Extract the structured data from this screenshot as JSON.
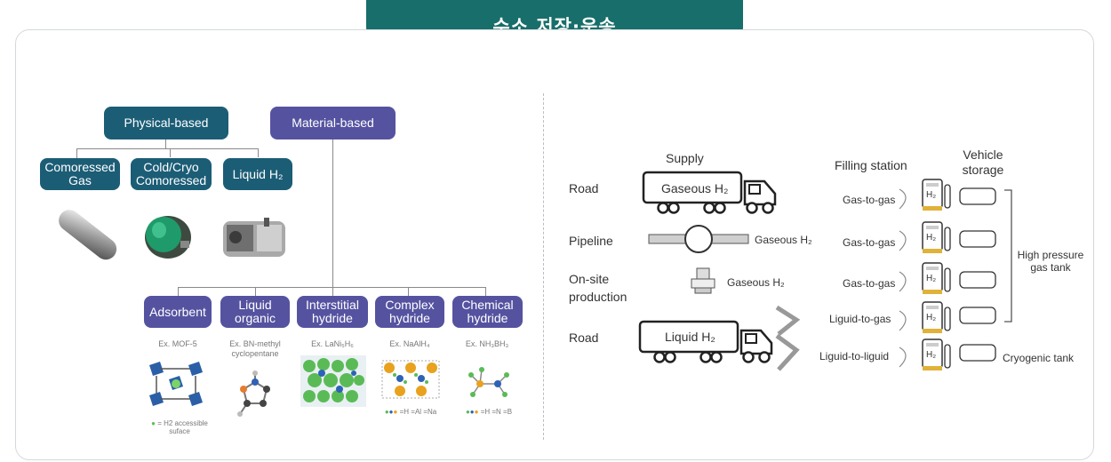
{
  "header": {
    "title": "수소 저장·운송"
  },
  "storage": {
    "physical": "Physical-based",
    "material": "Material-based",
    "physical_items": [
      "Comoressed Gas",
      "Cold/Cryo Comoressed",
      "Liquid H₂"
    ],
    "material_items": [
      "Adsorbent",
      "Liquid organic",
      "Interstitial hydride",
      "Complex hydride",
      "Chemical hydride"
    ],
    "examples": [
      "Ex. MOF-5",
      "Ex. BN-methyl cyclopentane",
      "Ex. LaNi₅H₆",
      "Ex. NaAlH₄",
      "Ex. NH₃BH₃"
    ],
    "legend_mof": "= H2 accessible suface",
    "legend_naalh": "=H =Al =Na",
    "legend_nh3bh3": "=H =N =B"
  },
  "transport": {
    "supply": "Supply",
    "filling_station": "Filling station",
    "vehicle_storage": "Vehicle storage",
    "road1": "Road",
    "pipeline": "Pipeline",
    "onsite": "On-site production",
    "road2": "Road",
    "truck1_label": "Gaseous H₂",
    "truck2_label": "Liquid H₂",
    "pipeline_gas": "Gaseous H₂",
    "onsite_gas": "Gaseous H₂",
    "rows": [
      "Gas-to-gas",
      "Gas-to-gas",
      "Gas-to-gas",
      "Liguid-to-gas",
      "Liguid-to-liguid"
    ],
    "dispenser_label": "H₂",
    "high_pressure": "High pressure gas tank",
    "cryogenic": "Cryogenic tank"
  },
  "colors": {
    "title_bg": "#176e6a",
    "physical_box": "#1c5d76",
    "material_box": "#5553a0",
    "dispenser_accent": "#e0b23a"
  }
}
